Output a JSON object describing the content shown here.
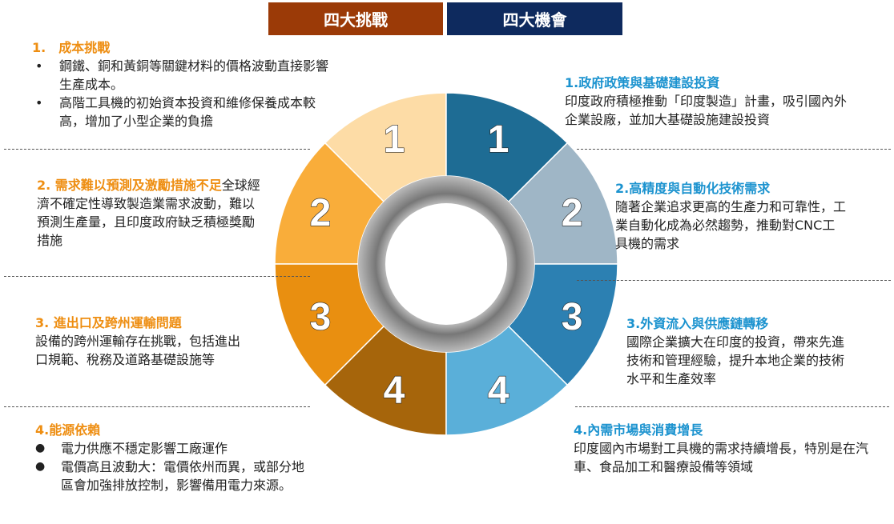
{
  "header": {
    "left": "四大挑戰",
    "right": "四大機會"
  },
  "challenges": [
    {
      "title": "1.　成本挑戰",
      "bullets": [
        "鋼鐵、銅和黃銅等關鍵材料的價格波動直接影響生產成本。",
        "高階工具機的初始資本投資和維修保養成本較高，增加了小型企業的負擔"
      ]
    },
    {
      "title": "2. 需求難以預測及激勵措施不足",
      "body": "全球經濟不確定性導致製造業需求波動，難以預測生產量，且印度政府缺乏積極獎勵措施"
    },
    {
      "title": "3. 進出口及跨州運輸問題",
      "body": "設備的跨州運輸存在挑戰，包括進出口規範、稅務及道路基礎設施等"
    },
    {
      "title": "4.能源依賴",
      "bullets": [
        "電力供應不穩定影響工廠運作",
        "電價高且波動大：電價依州而異，或部分地區會加強排放控制，影響備用電力來源。"
      ]
    }
  ],
  "opportunities": [
    {
      "title": "1.政府政策與基礎建設投資",
      "body": "印度政府積極推動「印度製造」計畫，吸引國內外企業設廠，並加大基礎設施建設投資"
    },
    {
      "title": "2.高精度與自動化技術需求",
      "body": "隨著企業追求更高的生產力和可靠性，工業自動化成為必然趨勢，推動對CNC工具機的需求"
    },
    {
      "title": "3.外資流入與供應鏈轉移",
      "body": "國際企業擴大在印度的投資，帶來先進技術和管理經驗，提升本地企業的技術水平和生產效率"
    },
    {
      "title": "4.內需市場與消費增長",
      "body": "印度國內市場對工具機的需求持續增長，特別是在汽車、食品加工和醫療設備等領域"
    }
  ],
  "wheel": {
    "left_numbers": [
      "1",
      "2",
      "3",
      "4"
    ],
    "right_numbers": [
      "1",
      "2",
      "3",
      "4"
    ],
    "left_colors": [
      "#FDDCA6",
      "#F9AD3A",
      "#E98F10",
      "#A6650B"
    ],
    "right_colors": [
      "#1E6C94",
      "#9FB6C6",
      "#2C80B2",
      "#5AAFD9"
    ],
    "bullet_dot": "•",
    "bullet_circle": "●"
  }
}
